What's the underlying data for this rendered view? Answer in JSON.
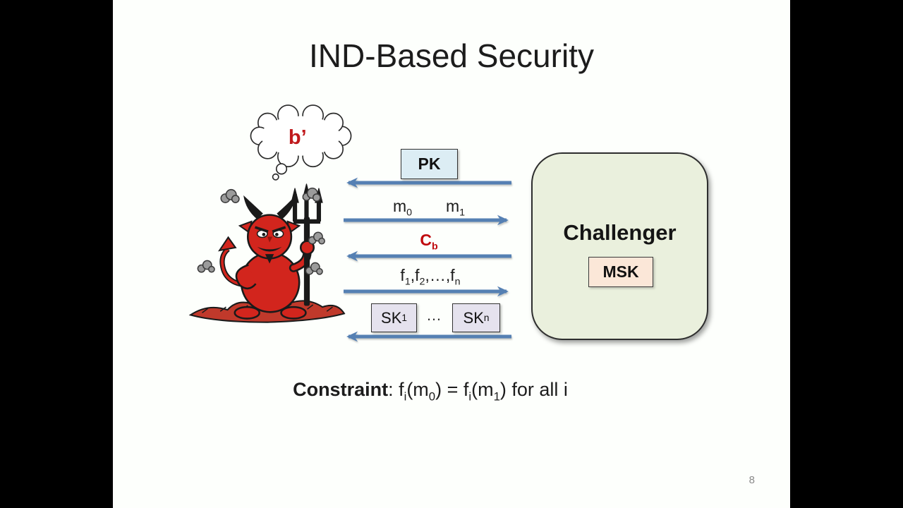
{
  "slide": {
    "title": "IND-Based Security",
    "page_number": "8"
  },
  "adversary": {
    "thought_bubble_label": "b’",
    "figure": "cartoon-red-devil-with-pitchfork"
  },
  "challenger": {
    "label": "Challenger",
    "msk_box_label": "MSK"
  },
  "protocol": {
    "pk_box_label": "PK",
    "m0_label": [
      "m",
      {
        "sub": "0"
      }
    ],
    "m1_label": [
      "m",
      {
        "sub": "1"
      }
    ],
    "cb_label": [
      "C",
      {
        "sub": "b"
      }
    ],
    "f_query_label": [
      "f",
      {
        "sub": "1"
      },
      ",f",
      {
        "sub": "2"
      },
      ",…,f",
      {
        "sub": "n"
      }
    ],
    "sk1_box_label": [
      "SK",
      {
        "sub": "1"
      }
    ],
    "sk_dots_label": "…",
    "skn_box_label": [
      "SK",
      {
        "sub": "n"
      }
    ],
    "arrows": [
      {
        "direction": "left",
        "carries": "PK"
      },
      {
        "direction": "right",
        "carries": "m0 m1"
      },
      {
        "direction": "left",
        "carries": "Cb"
      },
      {
        "direction": "right",
        "carries": "f1,f2,...,fn"
      },
      {
        "direction": "left",
        "carries": "SK1 ... SKn"
      }
    ]
  },
  "constraint_line": [
    {
      "b": "Constraint"
    },
    ": f",
    {
      "sub": "i"
    },
    "(m",
    {
      "sub": "0"
    },
    ") = f",
    {
      "sub": "i"
    },
    "(m",
    {
      "sub": "1"
    },
    ") for all i"
  ],
  "colors": {
    "arrow_blue": "#5580b3",
    "pk_fill": "#dcedf4",
    "sk_fill": "#e5e2ee",
    "msk_fill": "#fbe7d8",
    "challenger_fill": "#eaf0dd",
    "accent_red": "#c00a0e",
    "devil_red": "#d2251d",
    "smoke_gray": "#9b9b9b",
    "page_number_gray": "#8a8a8a"
  }
}
